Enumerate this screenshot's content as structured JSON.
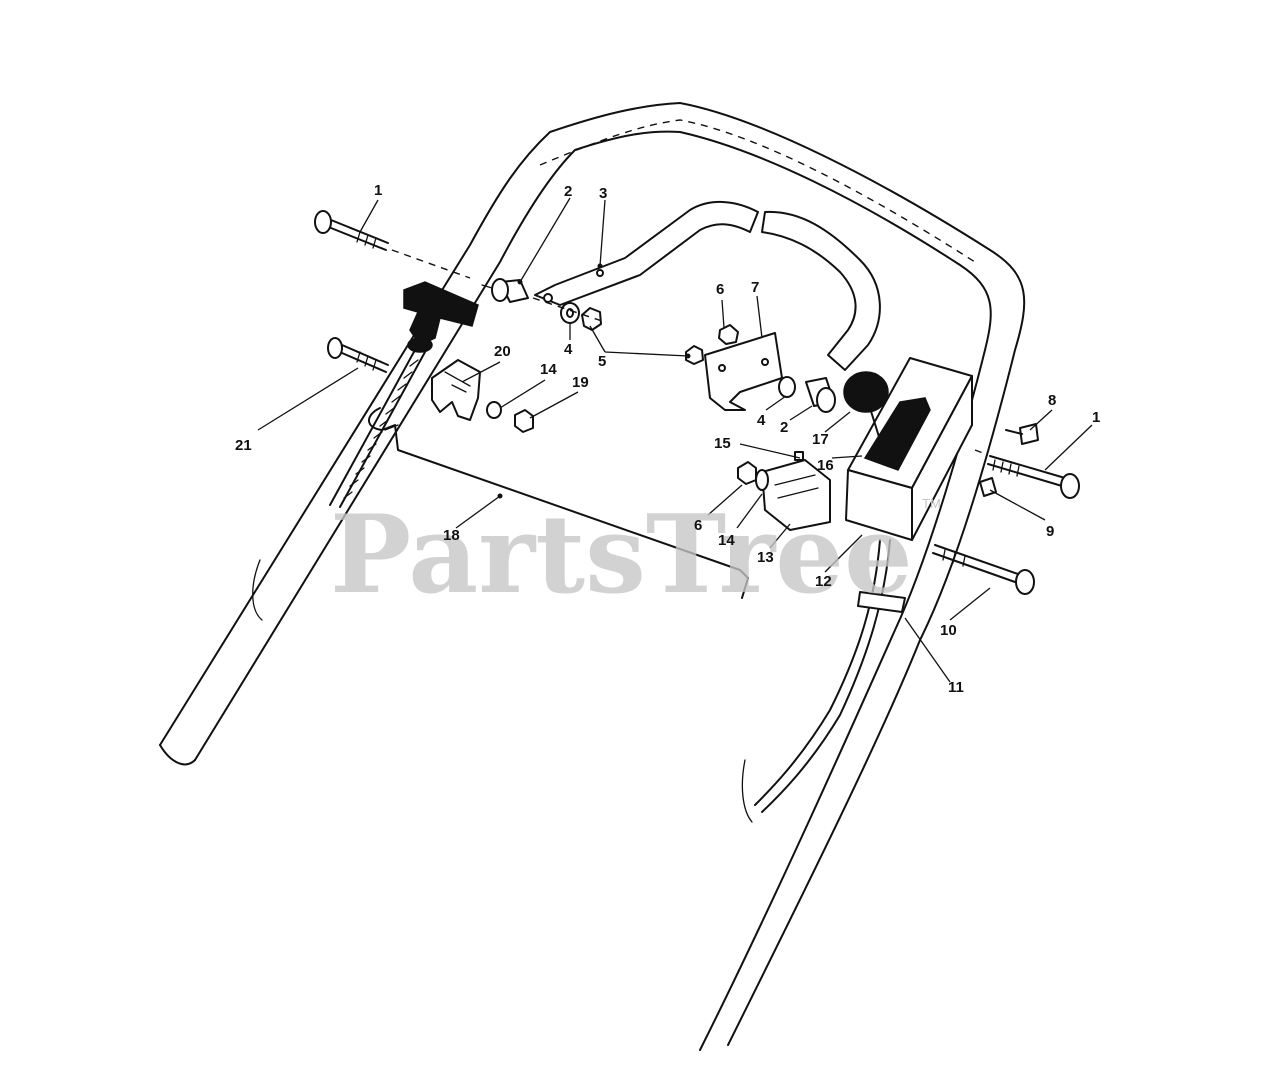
{
  "watermark": {
    "text": "PartsTree",
    "trademark": "TM"
  },
  "callouts": [
    {
      "id": "c1a",
      "label": "1"
    },
    {
      "id": "c2a",
      "label": "2"
    },
    {
      "id": "c3",
      "label": "3"
    },
    {
      "id": "c4a",
      "label": "4"
    },
    {
      "id": "c5",
      "label": "5"
    },
    {
      "id": "c6a",
      "label": "6"
    },
    {
      "id": "c7",
      "label": "7"
    },
    {
      "id": "c8",
      "label": "8"
    },
    {
      "id": "c1b",
      "label": "1"
    },
    {
      "id": "c20",
      "label": "20"
    },
    {
      "id": "c14a",
      "label": "14"
    },
    {
      "id": "c19",
      "label": "19"
    },
    {
      "id": "c21",
      "label": "21"
    },
    {
      "id": "c4b",
      "label": "4"
    },
    {
      "id": "c2b",
      "label": "2"
    },
    {
      "id": "c17",
      "label": "17"
    },
    {
      "id": "c15",
      "label": "15"
    },
    {
      "id": "c16",
      "label": "16"
    },
    {
      "id": "c9",
      "label": "9"
    },
    {
      "id": "c18",
      "label": "18"
    },
    {
      "id": "c6b",
      "label": "6"
    },
    {
      "id": "c14b",
      "label": "14"
    },
    {
      "id": "c13",
      "label": "13"
    },
    {
      "id": "c12",
      "label": "12"
    },
    {
      "id": "c10",
      "label": "10"
    },
    {
      "id": "c11",
      "label": "11"
    }
  ]
}
